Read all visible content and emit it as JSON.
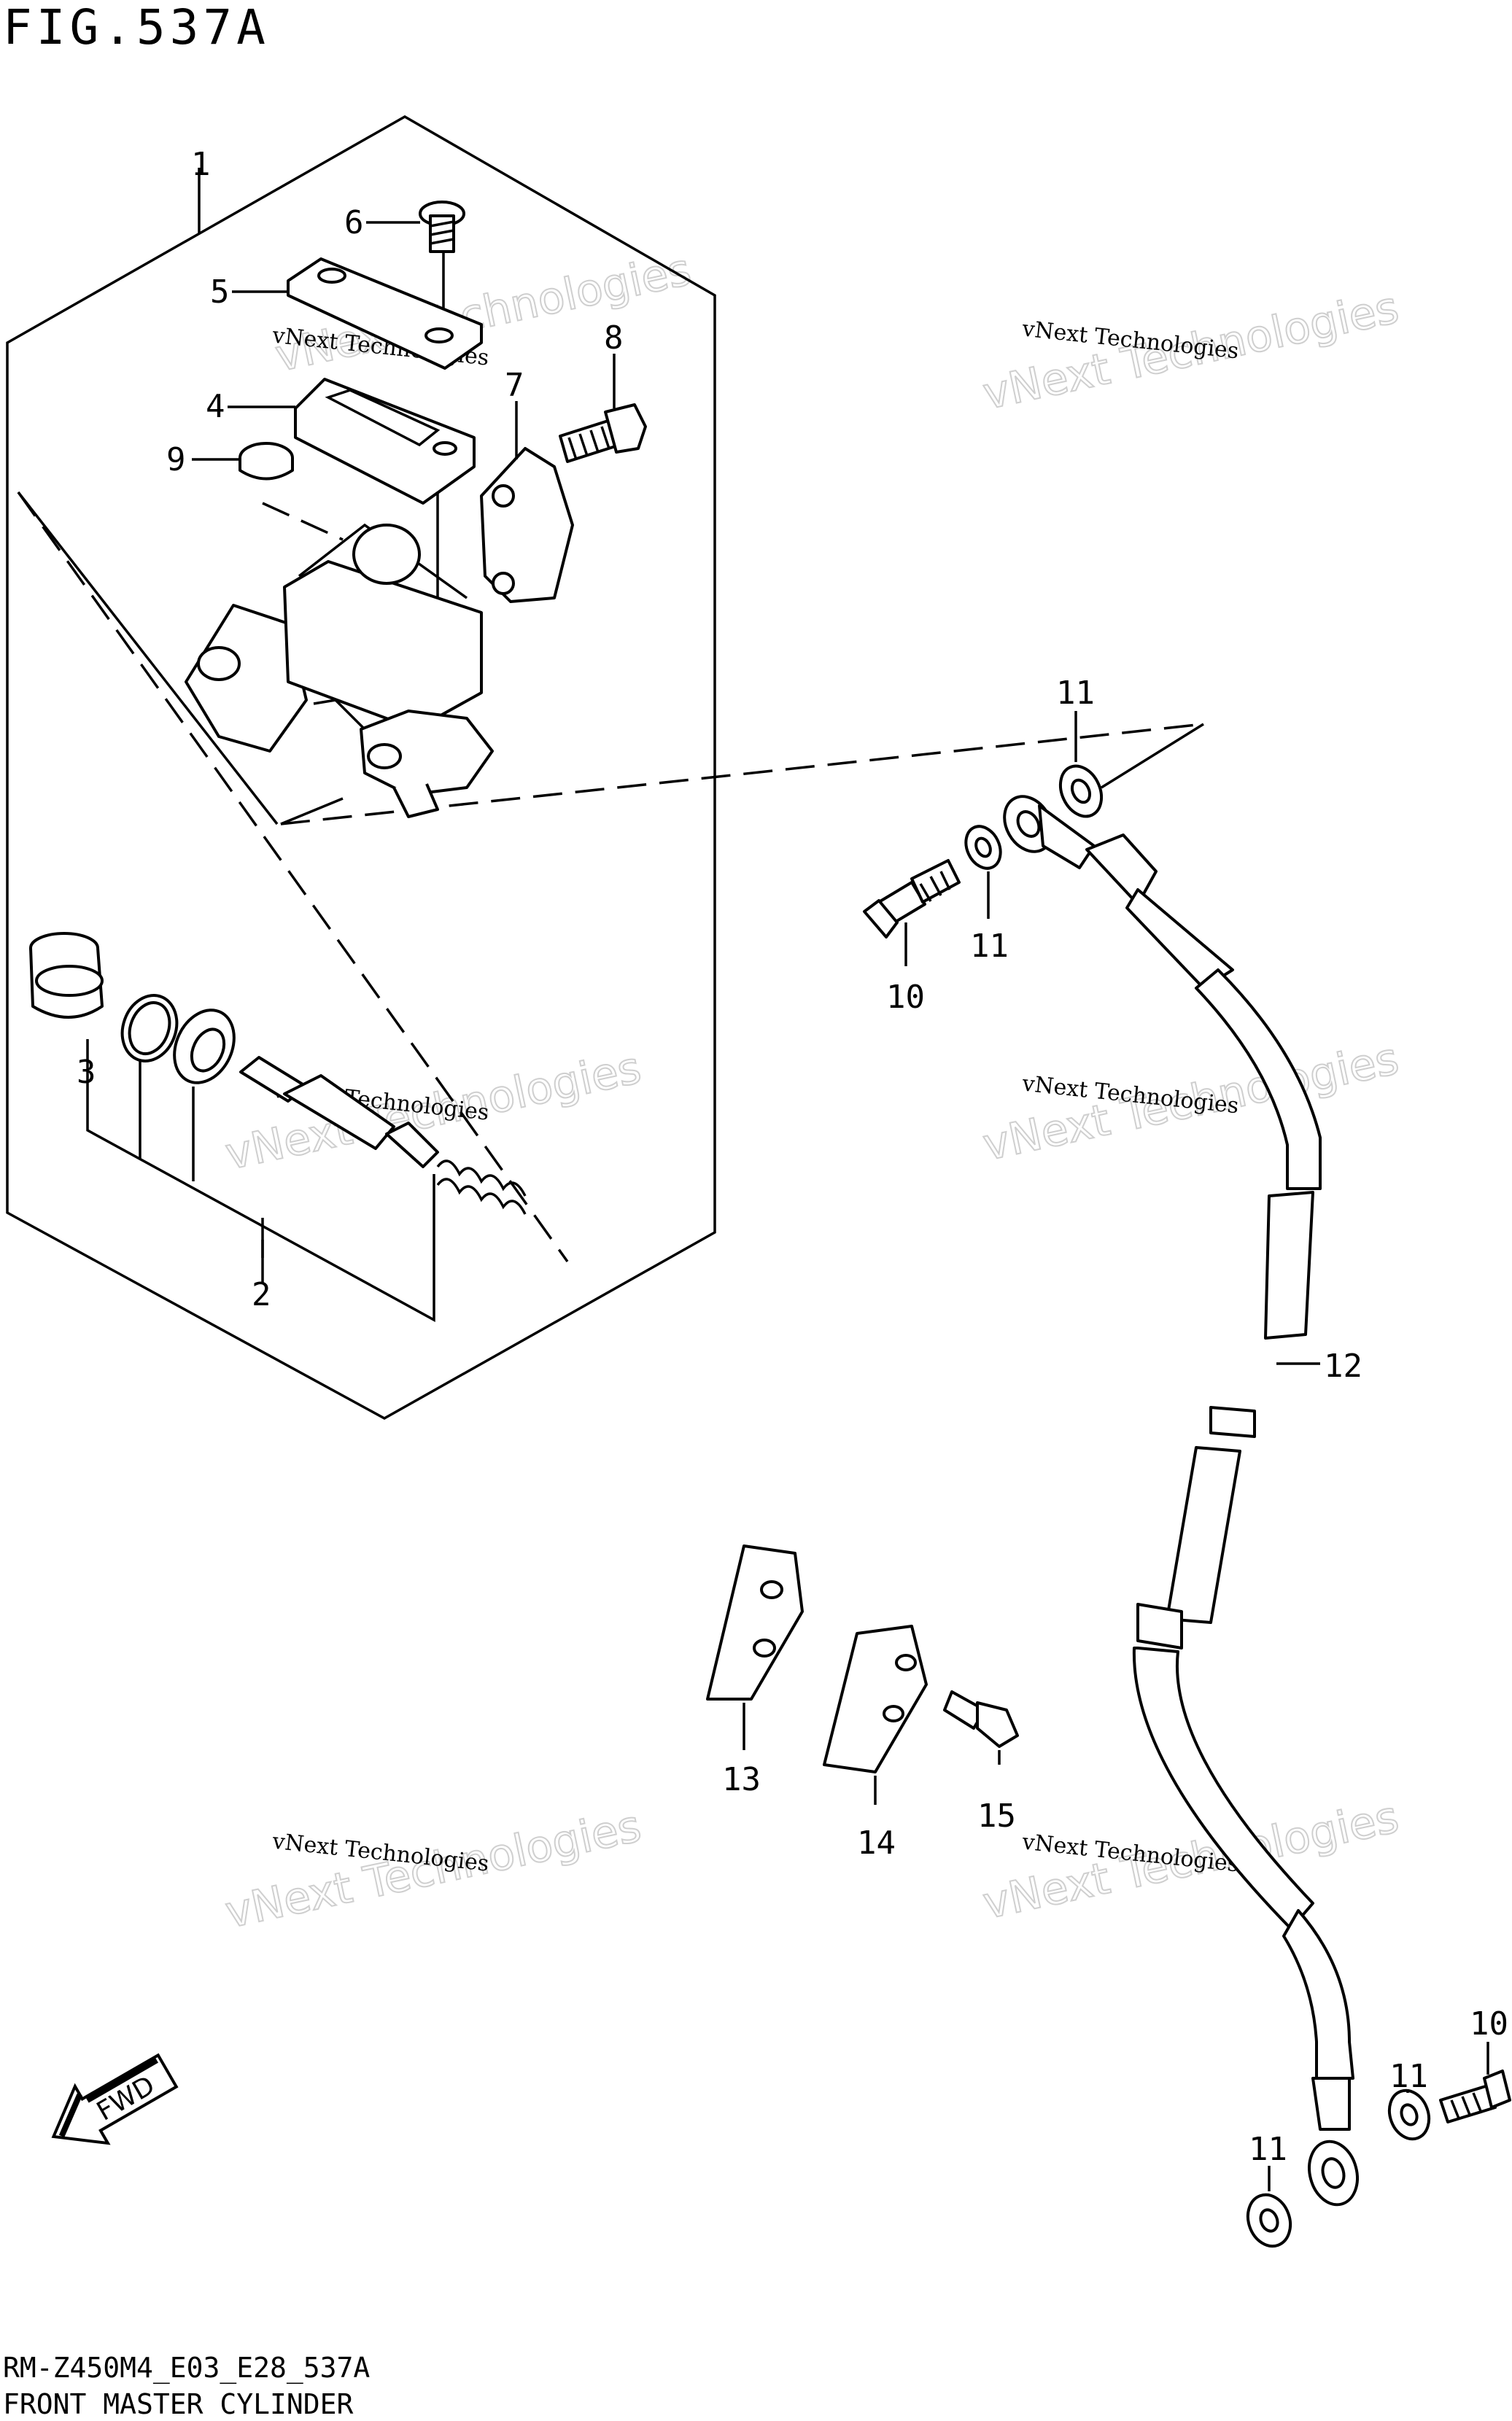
{
  "figure_title": "FIG.537A",
  "footer_code": "RM-Z450M4_E03_E28_537A",
  "footer_name": "FRONT MASTER CYLINDER",
  "watermark_line1": "vNext Technologies",
  "watermark_line2": "vNext Technologies",
  "fwd_label": "FWD",
  "callouts": {
    "c1": "1",
    "c2": "2",
    "c3": "3",
    "c4": "4",
    "c5": "5",
    "c6": "6",
    "c7": "7",
    "c8": "8",
    "c9": "9",
    "c10a": "10",
    "c10b": "10",
    "c11a": "11",
    "c11b": "11",
    "c11c": "11",
    "c11d": "11",
    "c12": "12",
    "c13": "13",
    "c14": "14",
    "c15": "15"
  }
}
